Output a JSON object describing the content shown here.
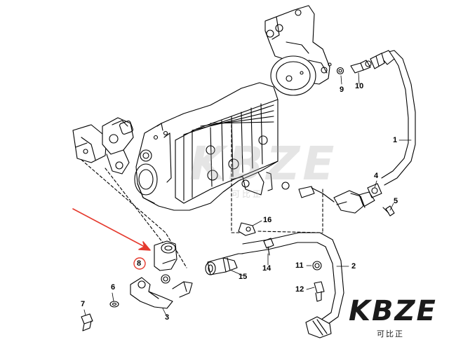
{
  "callouts": {
    "c1": "1",
    "c2": "2",
    "c3": "3",
    "c4": "4",
    "c5": "5",
    "c6": "6",
    "c7": "7",
    "c8": "8",
    "c9": "9",
    "c10": "10",
    "c11": "11",
    "c12": "12",
    "c14": "14",
    "c15": "15",
    "c16": "16"
  },
  "brand": {
    "name": "KBZE",
    "subtitle": "可比正"
  },
  "watermark": {
    "name": "KBZE",
    "subtitle": "可比正"
  },
  "colors": {
    "line": "#000000",
    "arrow": "#e53a2e",
    "highlight": "#e53a2e"
  }
}
